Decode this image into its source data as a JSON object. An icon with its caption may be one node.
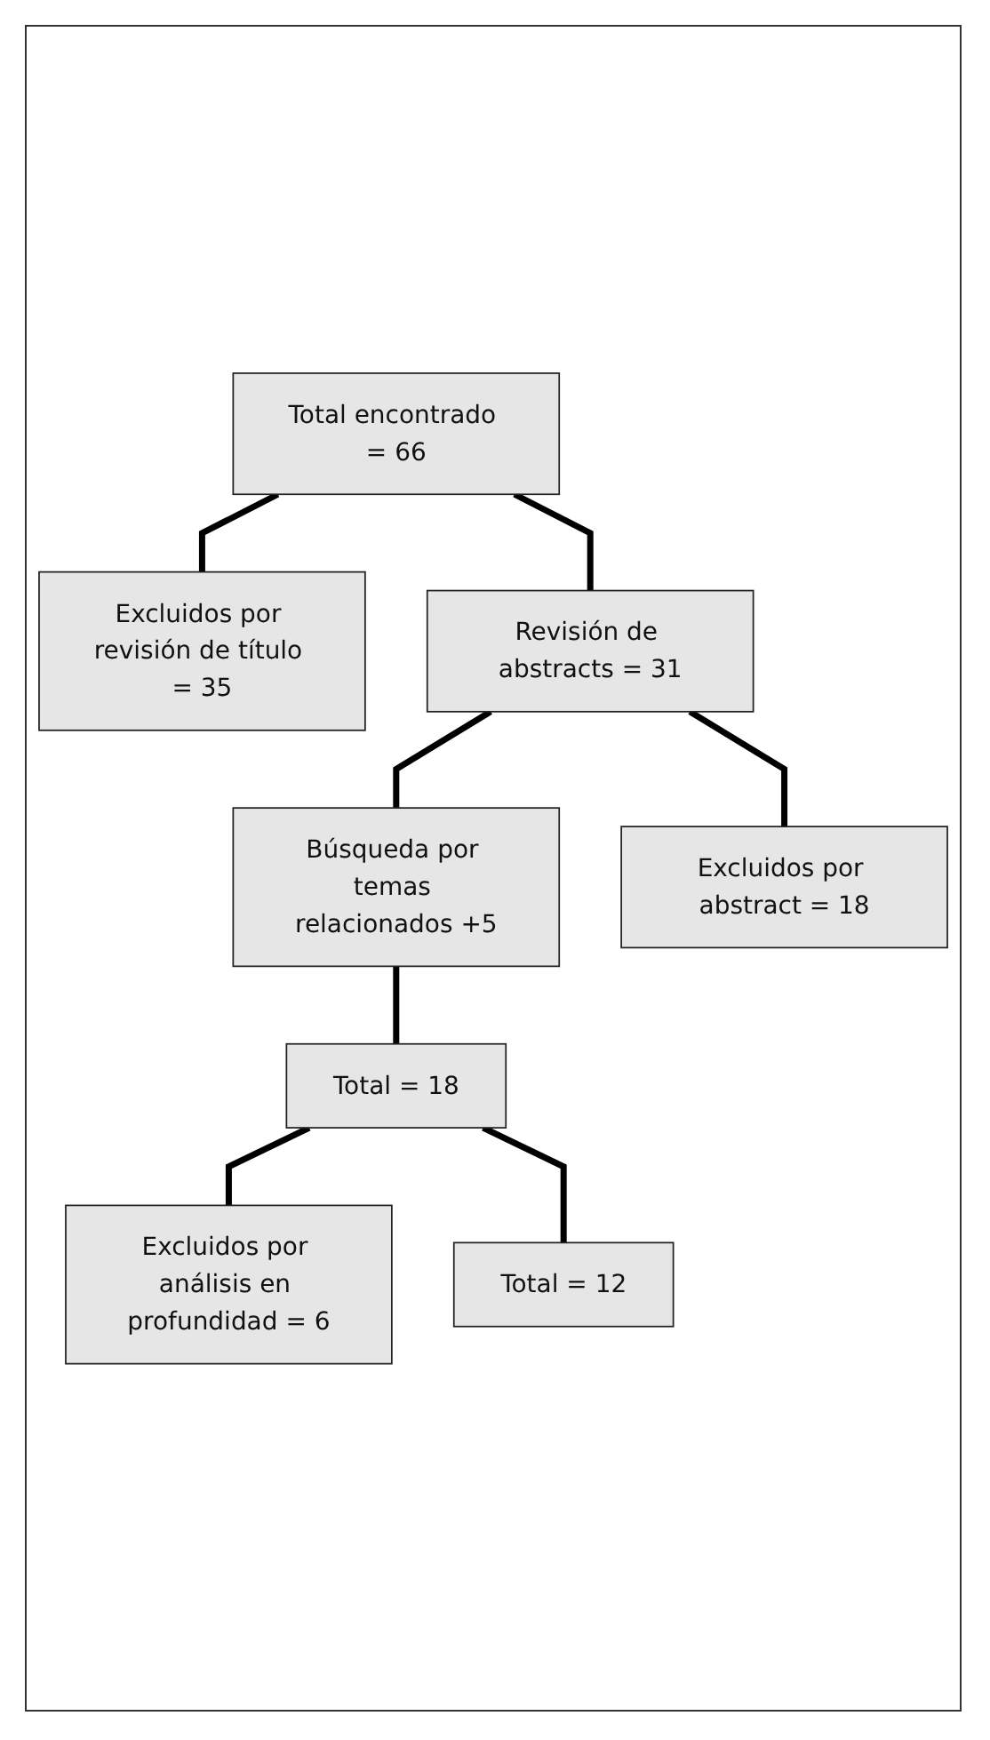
{
  "diagram": {
    "nodes": [
      {
        "text": [
          "Total encontrado = 66"
        ]
      },
      {
        "text": [
          "Excluidos por revisión de título = 35"
        ]
      },
      {
        "text": [
          "Revisión de abstracts = 31"
        ]
      },
      {
        "text": [
          "Búsqueda por temas relacionados +5"
        ]
      },
      {
        "text": [
          "Excluidos por abstract = 18"
        ]
      },
      {
        "text": [
          "Total = 18"
        ]
      },
      {
        "text": [
          "Excluidos por análisis en profundidad = 6"
        ]
      },
      {
        "text": [
          "Total = 12"
        ]
      }
    ],
    "edges": [
      {
        "from": 0,
        "to": 1,
        "arrow": "none"
      },
      {
        "from": 0,
        "to": 2,
        "arrow": "none"
      },
      {
        "from": 2,
        "to": 4,
        "arrow": "none"
      },
      {
        "from": 2,
        "to": 3,
        "arrow": "none"
      },
      {
        "from": 3,
        "to": 5,
        "arrow": "none"
      },
      {
        "from": 5,
        "to": 6,
        "arrow": "none"
      },
      {
        "from": 5,
        "to": 7,
        "arrow": "none"
      }
    ]
  }
}
